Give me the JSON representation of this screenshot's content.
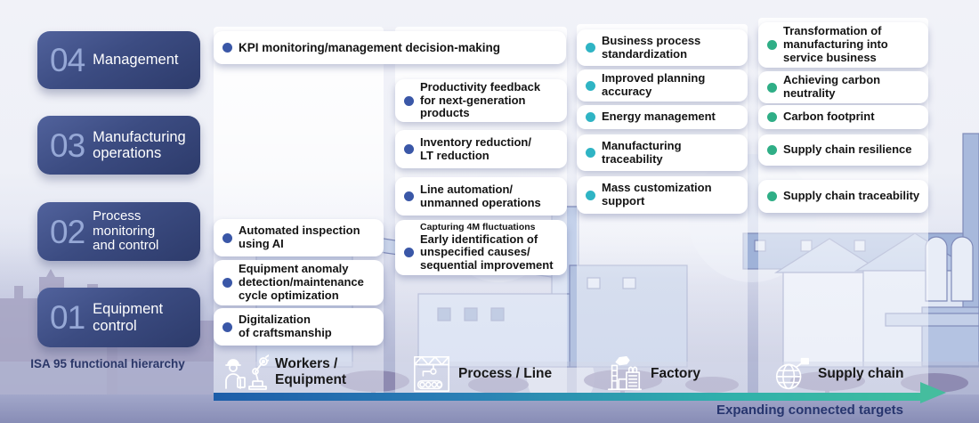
{
  "meta": {
    "isa_label": "ISA 95 functional hierarchy",
    "arrow_label": "Expanding connected targets"
  },
  "hierarchy": [
    {
      "num": "04",
      "label": "Management"
    },
    {
      "num": "03",
      "label": "Manufacturing\noperations"
    },
    {
      "num": "02",
      "label": "Process\nmonitoring\nand control"
    },
    {
      "num": "01",
      "label": "Equipment\ncontrol"
    }
  ],
  "top_card": {
    "text": "KPI monitoring/management decision-making"
  },
  "columns": [
    {
      "label": "Workers /\nEquipment",
      "icon": "worker-robot-icon",
      "bullet_color": "#3a57a7",
      "cards": [
        {
          "text": "Automated inspection\nusing AI"
        },
        {
          "text": "Equipment anomaly\ndetection/maintenance\ncycle optimization"
        },
        {
          "text": "Digitalization\nof craftsmanship"
        }
      ]
    },
    {
      "label": "Process / Line",
      "icon": "gantry-conveyor-icon",
      "bullet_color": "#3a57a7",
      "cards": [
        {
          "text": "Productivity feedback\nfor next-generation\nproducts"
        },
        {
          "text": "Inventory reduction/\nLT reduction"
        },
        {
          "text": "Line automation/\nunmanned operations"
        },
        {
          "pre": "Capturing 4M fluctuations",
          "text": "Early identification of\nunspecified causes/\nsequential improvement"
        }
      ]
    },
    {
      "label": "Factory",
      "icon": "factory-icon",
      "bullet_color": "#2fb4c4",
      "cards": [
        {
          "text": "Business process\nstandardization"
        },
        {
          "text": "Improved planning\naccuracy"
        },
        {
          "text": "Energy management"
        },
        {
          "text": "Manufacturing\ntraceability"
        },
        {
          "text": "Mass customization\nsupport"
        }
      ]
    },
    {
      "label": "Supply chain",
      "icon": "globe-icon",
      "bullet_color": "#2fae86",
      "cards": [
        {
          "text": "Transformation of\nmanufacturing into\nservice business"
        },
        {
          "text": "Achieving carbon\nneutrality"
        },
        {
          "text": "Carbon footprint"
        },
        {
          "text": "Supply chain resilience"
        },
        {
          "text": "Supply chain traceability"
        }
      ]
    }
  ],
  "colors": {
    "bullet_blue": "#3a57a7",
    "bullet_teal": "#2fb4c4",
    "bullet_green": "#2fae86",
    "box_navy_light": "#51629c",
    "box_navy_dark": "#2d3b6b",
    "arrow_blue": "#1d5da9",
    "arrow_green": "#3fbd9f",
    "text_navy": "#27356e"
  }
}
